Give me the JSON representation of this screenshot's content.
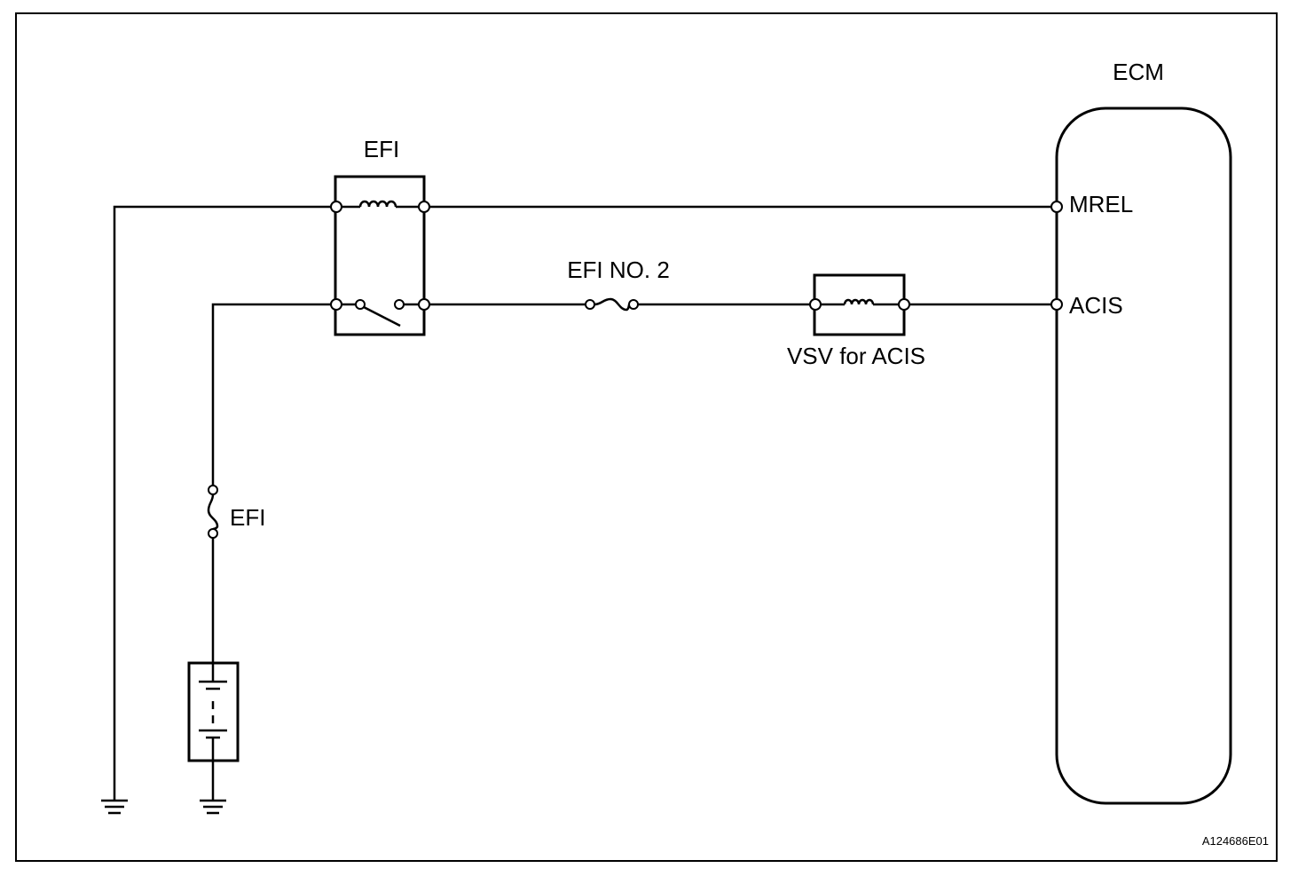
{
  "labels": {
    "ecm": "ECM",
    "relay": "EFI",
    "fuse_main": "EFI",
    "fuse_no2": "EFI NO. 2",
    "vsv": "VSV for ACIS",
    "pin_mrel": "MREL",
    "pin_acis": "ACIS",
    "figure_code": "A124686E01"
  }
}
